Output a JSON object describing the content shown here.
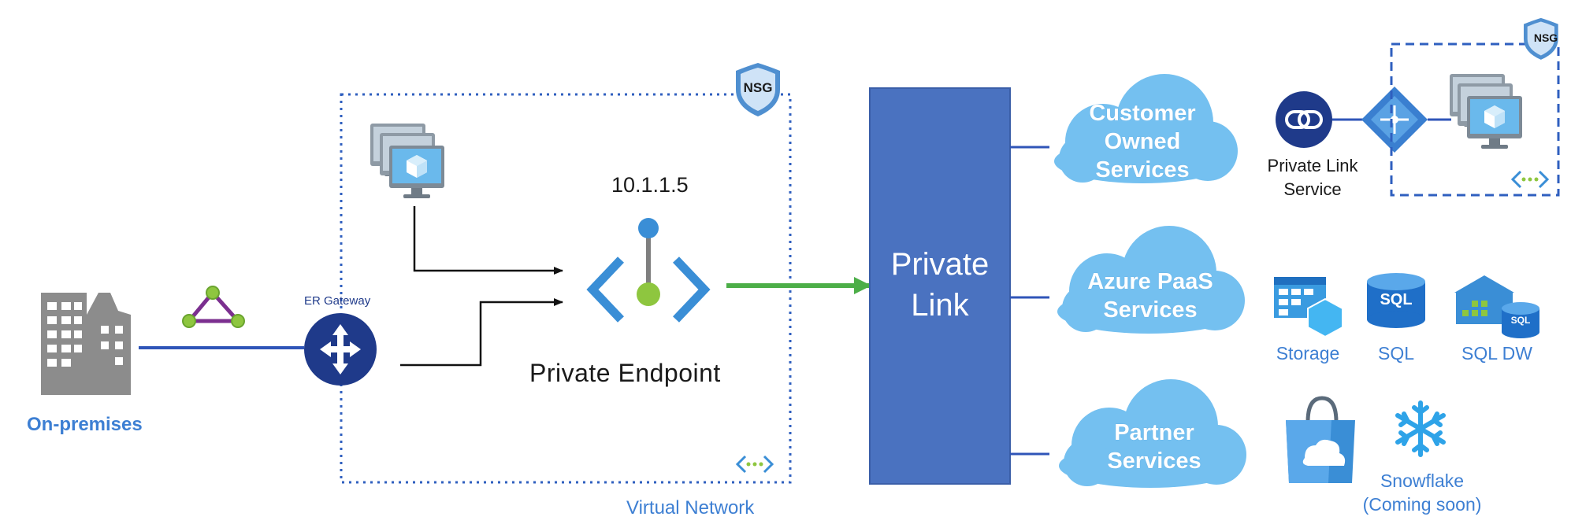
{
  "on_premises": {
    "label": "On-premises"
  },
  "er_gateway": {
    "label": "ER Gateway"
  },
  "virtual_network": {
    "label": "Virtual Network",
    "nsg_label": "NSG"
  },
  "private_endpoint": {
    "ip": "10.1.1.5",
    "label": "Private Endpoint"
  },
  "private_link": {
    "line1": "Private",
    "line2": "Link"
  },
  "clouds": {
    "customer": {
      "line1": "Customer",
      "line2": "Owned",
      "line3": "Services"
    },
    "paas": {
      "line1": "Azure PaaS",
      "line2": "Services"
    },
    "partner": {
      "line1": "Partner",
      "line2": "Services"
    }
  },
  "private_link_service": {
    "line1": "Private Link",
    "line2": "Service",
    "nsg_label": "NSG"
  },
  "services": {
    "storage": "Storage",
    "sql": "SQL",
    "sql_dw": "SQL DW",
    "sql_icon_text": "SQL",
    "snowflake_line1": "Snowflake",
    "snowflake_line2": "(Coming soon)"
  },
  "colors": {
    "private_link_box": "#4a72c0",
    "cloud": "#74c0f0",
    "vnet_border": "#2f5fbf",
    "accent_blue": "#3d7fd3",
    "arrow_green": "#4cae48",
    "gateway_navy": "#1f3a8a"
  }
}
